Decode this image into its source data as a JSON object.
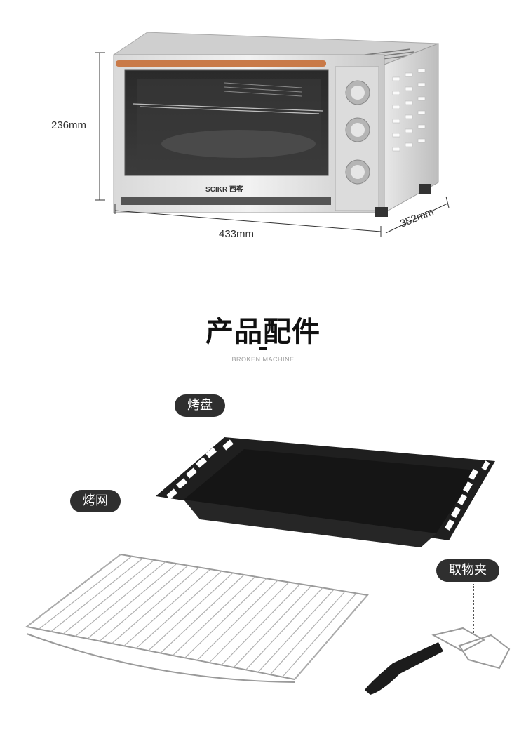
{
  "oven": {
    "brand": "SCIKR 西客",
    "height_label": "236mm",
    "width_label": "433mm",
    "depth_label": "352mm"
  },
  "accessories": {
    "title": "产品配件",
    "subtitle": "BROKEN MACHINE",
    "items": [
      {
        "label": "烤盘"
      },
      {
        "label": "烤网"
      },
      {
        "label": "取物夹"
      }
    ]
  }
}
